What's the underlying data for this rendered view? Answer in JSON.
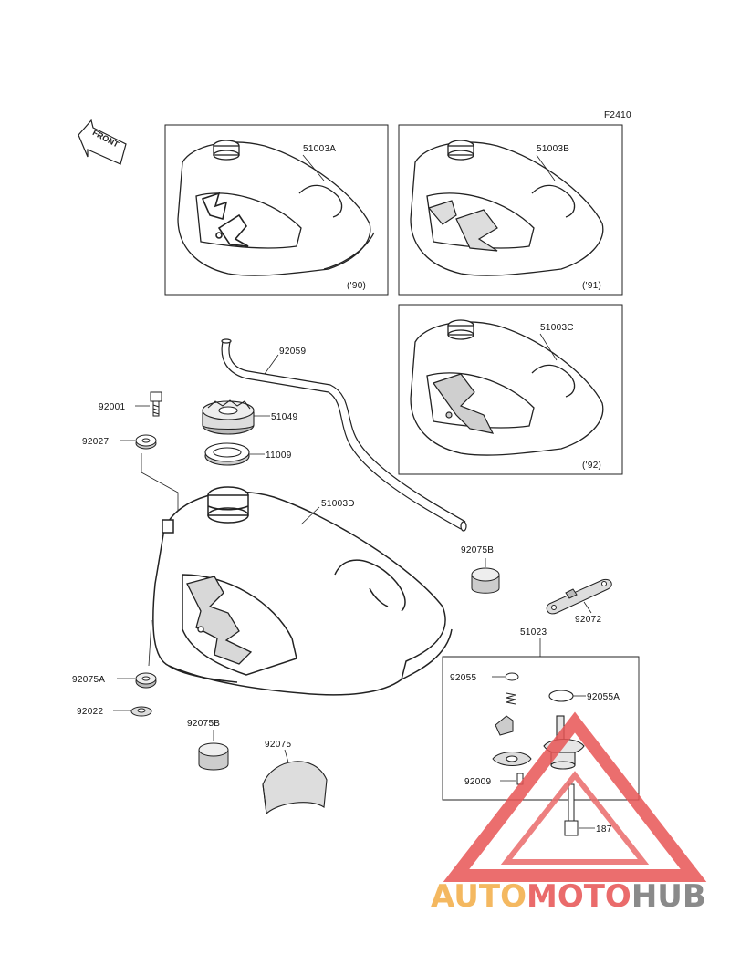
{
  "figure_code": "F2410",
  "front_label": "FRONT",
  "parts": {
    "tank_90": "51003A",
    "tank_91": "51003B",
    "tank_92": "51003C",
    "tank_main": "51003D",
    "hose": "92059",
    "bolt_top": "92001",
    "damper_top": "92027",
    "cap": "51049",
    "gasket": "11009",
    "cushion_right": "92075B",
    "plate": "92072",
    "cock_assy": "51023",
    "oring_small": "92055",
    "oring_large": "92055A",
    "screw": "92009",
    "damper_bottom": "92075A",
    "washer_bottom": "92022",
    "cushion_bottom": "92075B",
    "rubber_bottom": "92075",
    "bolt_cock": "187"
  },
  "years": {
    "y90": "('90)",
    "y91": "('91)",
    "y92": "('92)"
  },
  "watermark": {
    "part1": "AUTO",
    "part2": "MOTO",
    "part3": "HUB",
    "colors": {
      "auto": "#f4b860",
      "moto": "#ea6b6b",
      "hub": "#8a8a8a",
      "triangle": "#e85555"
    }
  }
}
